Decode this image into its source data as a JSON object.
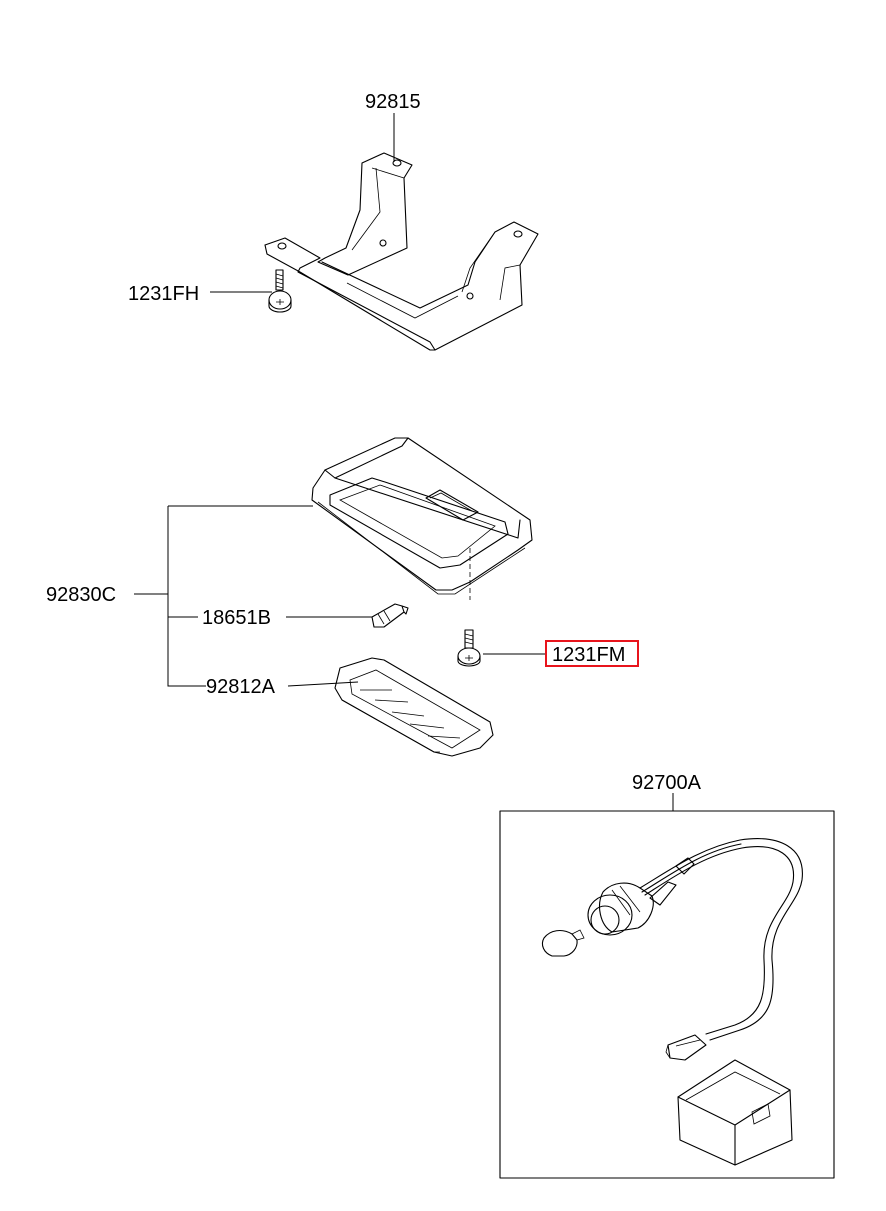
{
  "callouts": {
    "bracket": "92815",
    "bracket_screw": "1231FH",
    "lamp_assembly": "92830C",
    "bulb": "18651B",
    "lamp_screw": "1231FM",
    "lens": "92812A",
    "harness_kit": "92700A"
  },
  "highlight": {
    "part": "1231FM",
    "color": "#e8141c"
  },
  "colors": {
    "line": "#000000",
    "background": "#ffffff"
  }
}
